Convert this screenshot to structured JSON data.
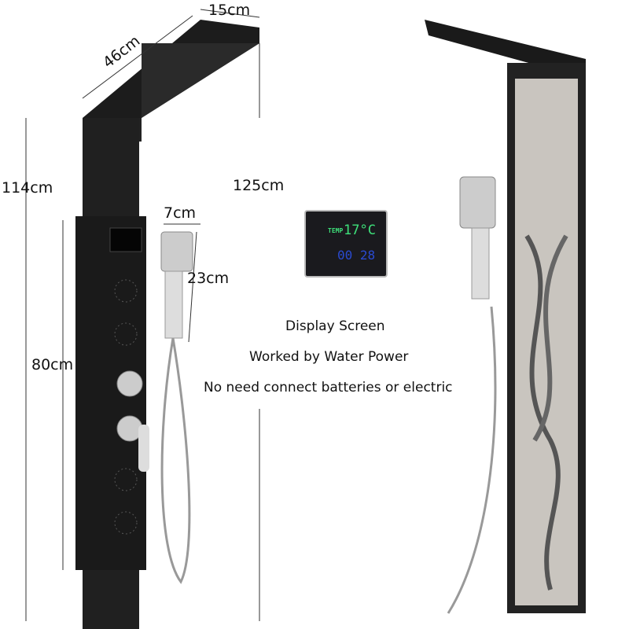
{
  "dimensions": {
    "head_width": "15cm",
    "head_length": "46cm",
    "panel_height": "114cm",
    "total_height": "125cm",
    "handshower_width": "7cm",
    "handshower_length": "23cm",
    "body_height": "80cm"
  },
  "display": {
    "label": "TEMP",
    "temperature": "17°C",
    "time": "00 28"
  },
  "captions": [
    "Display Screen",
    "Worked by Water Power",
    "No need connect batteries or electric"
  ]
}
